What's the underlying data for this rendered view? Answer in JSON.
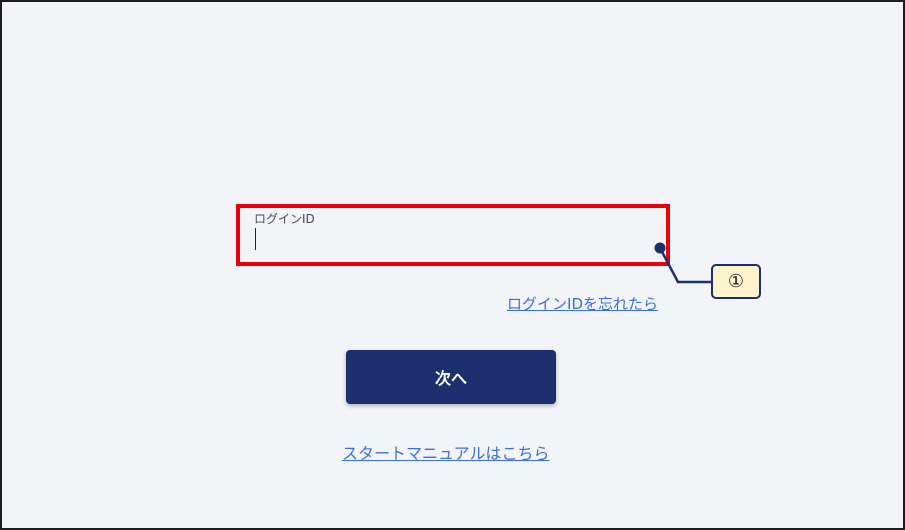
{
  "login_form": {
    "login_id_label": "ログインID",
    "login_id_value": "",
    "forgot_login_id_link": "ログインIDを忘れたら",
    "next_button_label": "次へ",
    "start_manual_link": "スタートマニュアルはこちら"
  },
  "annotation": {
    "callout_number": "①",
    "highlight_color": "#e8000b",
    "callout_color": "#1d2f6f",
    "callout_fill": "#fdf3cc"
  },
  "theme": {
    "background": "#f3f4f8",
    "primary_button": "#1d2f6f",
    "link_color": "#3d6fd8"
  }
}
